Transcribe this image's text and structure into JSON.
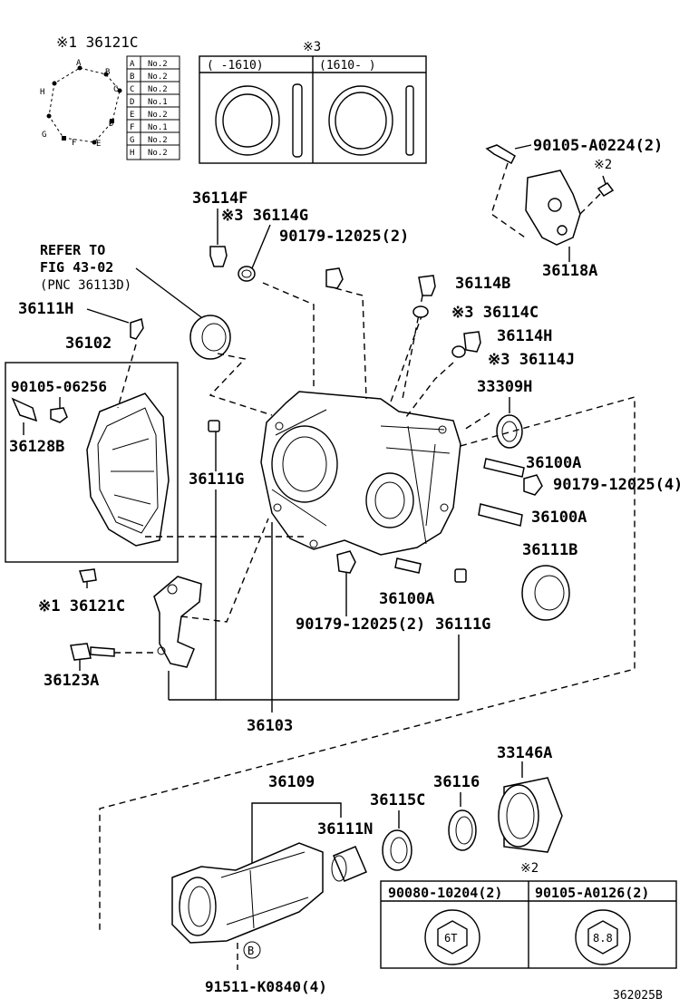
{
  "inset_36121c": {
    "title": "※1 36121C",
    "points": [
      "A",
      "B",
      "C",
      "D",
      "E",
      "F",
      "G",
      "H"
    ],
    "table": [
      {
        "key": "A",
        "value": "No.2"
      },
      {
        "key": "B",
        "value": "No.2"
      },
      {
        "key": "C",
        "value": "No.2"
      },
      {
        "key": "D",
        "value": "No.1"
      },
      {
        "key": "E",
        "value": "No.2"
      },
      {
        "key": "F",
        "value": "No.1"
      },
      {
        "key": "G",
        "value": "No.2"
      },
      {
        "key": "H",
        "value": "No.2"
      }
    ]
  },
  "inset_seals": {
    "title": "※3",
    "col1": "(   -1610)",
    "col2": "(1610-   )"
  },
  "labels": {
    "p90105_a0224": "90105-A0224(2)",
    "note2_top": "※2",
    "p36118a": "36118A",
    "p36114f": "36114F",
    "p36114g": "※3 36114G",
    "p90179_top": "90179-12025(2)",
    "refer1": "REFER TO",
    "refer2": "FIG 43-02",
    "refer3": "(PNC 36113D)",
    "p36111h": "36111H",
    "p36102": "36102",
    "p36114b": "36114B",
    "p36114c": "※3 36114C",
    "p36114h": "36114H",
    "p36114j": "※3 36114J",
    "p90105_06256": "90105-06256",
    "p36128b": "36128B",
    "p33309h": "33309H",
    "p36100a_1": "36100A",
    "p90179_4": "90179-12025(4)",
    "p36111g_1": "36111G",
    "p36100a_2": "36100A",
    "p36111b": "36111B",
    "p36121c": "※1 36121C",
    "p36100a_3": "36100A",
    "p90179_2b": "90179-12025(2)",
    "p36111g_2": "36111G",
    "p36123a": "36123A",
    "p36103": "36103",
    "p33146a": "33146A",
    "p36109": "36109",
    "p36116": "36116",
    "p36115c": "36115C",
    "p36111n": "36111N",
    "b_marker": "B",
    "p91511": "91511-K0840(4)",
    "note2_bottom": "※2",
    "bolt1_label": "90080-10204(2)",
    "bolt1_head": "6T",
    "bolt2_label": "90105-A0126(2)",
    "bolt2_head": "8.8",
    "diagram_code": "362025B"
  }
}
